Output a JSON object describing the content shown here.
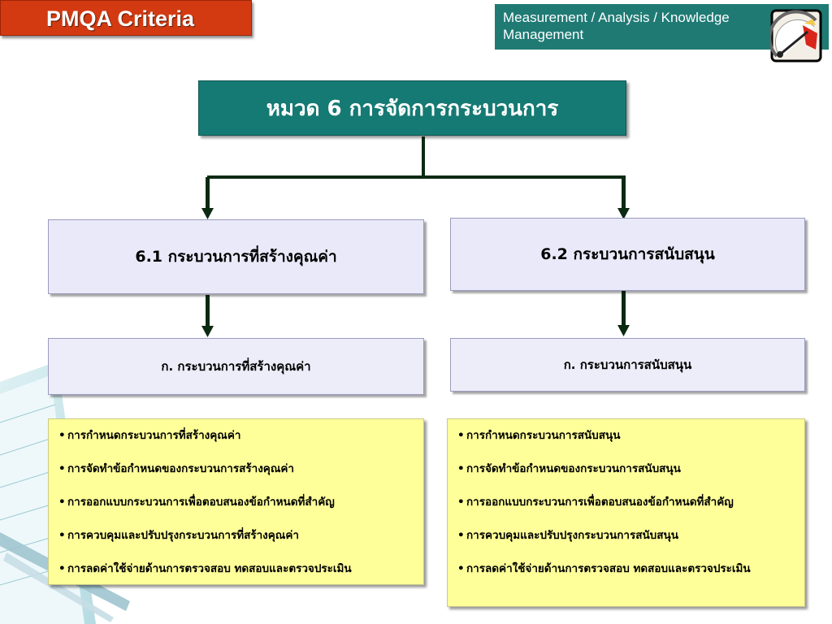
{
  "slide": {
    "badge_title": "PMQA Criteria",
    "header_line1": "Measurement / Analysis / Knowledge",
    "header_line2": "Management"
  },
  "diagram": {
    "root": "หมวด 6 การจัดการกระบวนการ",
    "left": {
      "heading": "6.1 กระบวนการที่สร้างคุณค่า",
      "subheading": "ก. กระบวนการที่สร้างคุณค่า",
      "items": [
        "การกำหนดกระบวนการที่สร้างคุณค่า",
        "การจัดทำข้อกำหนดของกระบวนการสร้างคุณค่า",
        "การออกแบบกระบวนการเพื่อตอบสนองข้อกำหนดที่สำคัญ",
        "การควบคุมและปรับปรุงกระบวนการที่สร้างคุณค่า",
        "การลดค่าใช้จ่ายด้านการตรวจสอบ ทดสอบและตรวจประเมิน"
      ]
    },
    "right": {
      "heading": "6.2 กระบวนการสนับสนุน",
      "subheading": "ก. กระบวนการสนับสนุน",
      "items": [
        "การกำหนดกระบวนการสนับสนุน",
        "การจัดทำข้อกำหนดของกระบวนการสนับสนุน",
        "การออกแบบกระบวนการเพื่อตอบสนองข้อกำหนดที่สำคัญ",
        "การควบคุมและปรับปรุงกระบวนการสนับสนุน",
        "การลดค่าใช้จ่ายด้านการตรวจสอบ ทดสอบและตรวจประเมิน"
      ]
    }
  },
  "colors": {
    "badge": "#d33a12",
    "header": "#1f7a74",
    "root_box": "#157a73",
    "section_box": "#e9e9f9",
    "list_box": "#ffff99",
    "connector": "#0b2a12"
  },
  "icons": [
    "gauge-icon",
    "notepad-pen-decoration"
  ]
}
